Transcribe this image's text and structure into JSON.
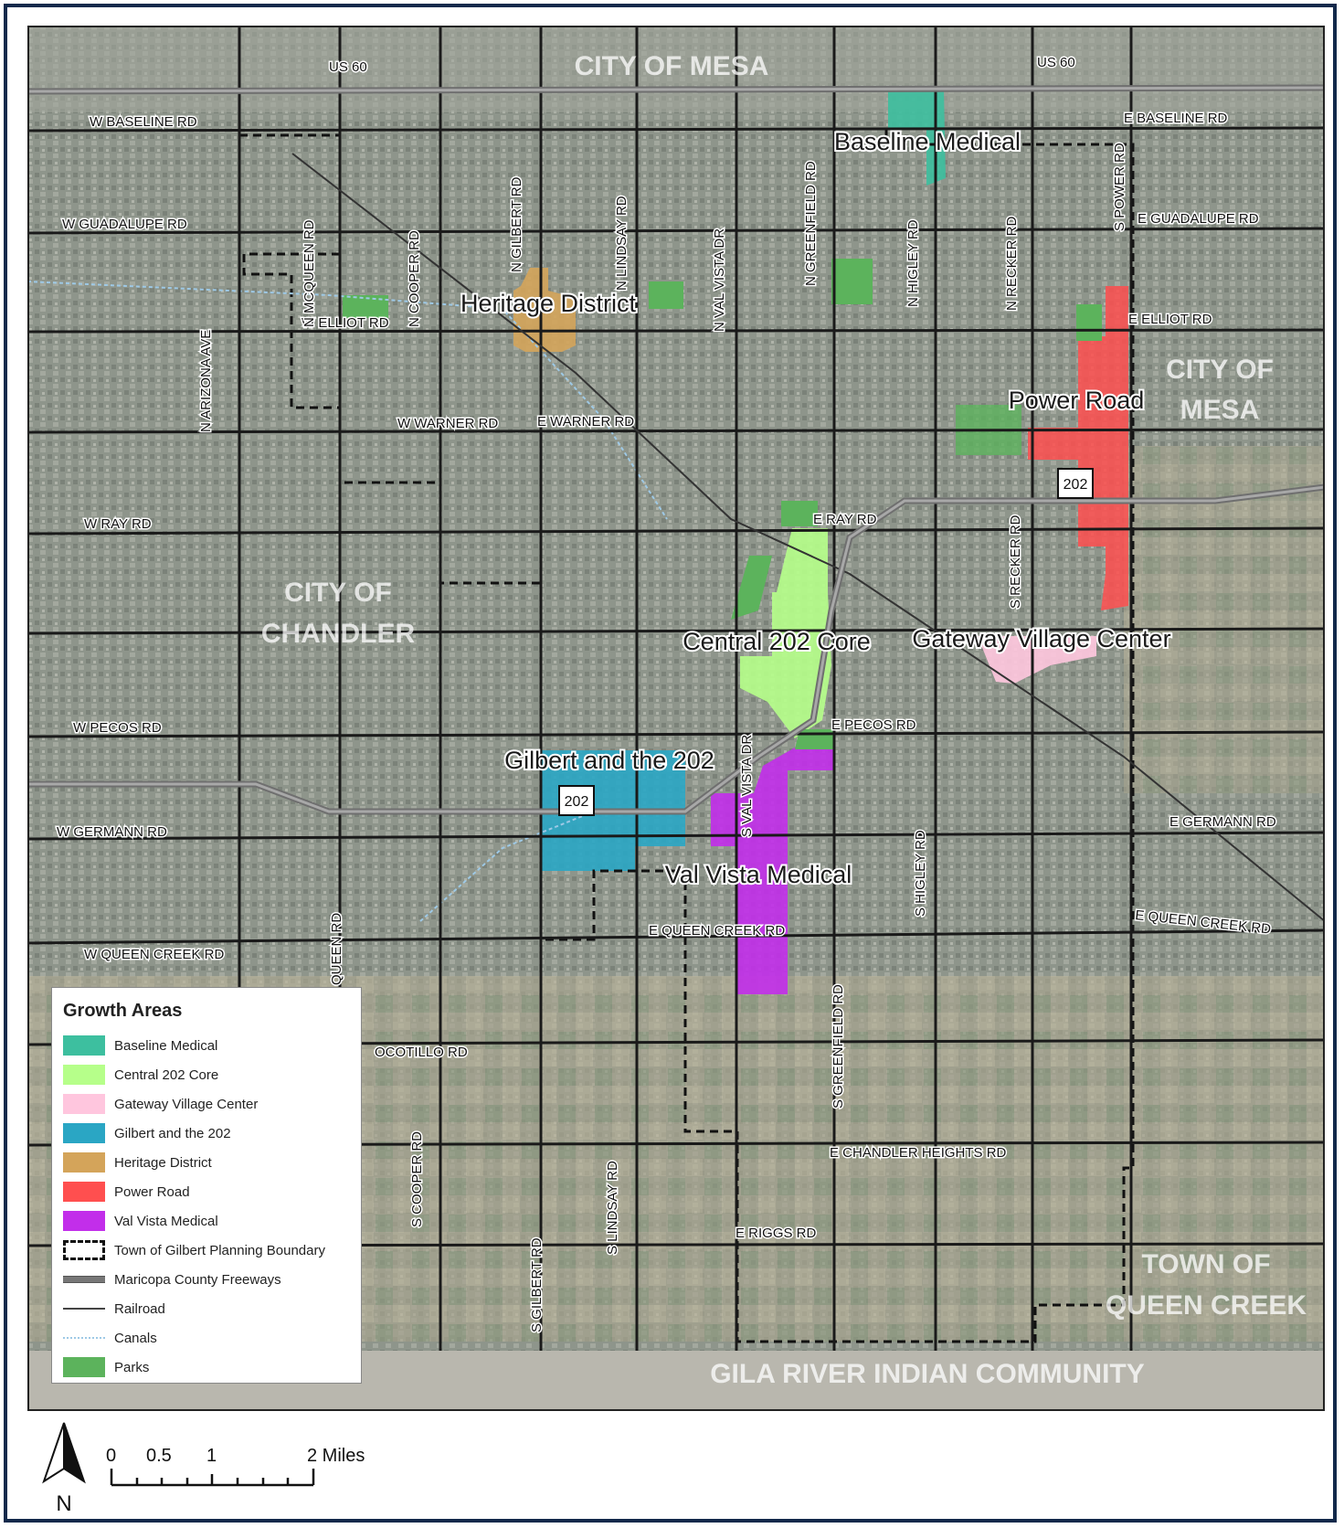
{
  "colors": {
    "baseline_medical": "#3dbf9f",
    "central_202_core": "#b6ff8a",
    "gateway_village_center": "#ffc6de",
    "gilbert_and_the_202": "#2aa6c4",
    "heritage_district": "#d4a45a",
    "power_road": "#ff4f4f",
    "val_vista_medical": "#c22eea",
    "parks": "#5cb35c",
    "freeway": "#8a8a8a",
    "road": "#1a1a1a",
    "imagery": "#8f958a"
  },
  "labels": {
    "city_of_mesa_top": "CITY OF MESA",
    "city_of_mesa_right_1": "CITY OF",
    "city_of_mesa_right_2": "MESA",
    "city_of_chandler_1": "CITY OF",
    "city_of_chandler_2": "CHANDLER",
    "town_of_queen_creek_1": "TOWN OF",
    "town_of_queen_creek_2": "QUEEN CREEK",
    "gila_river": "GILA RIVER INDIAN COMMUNITY"
  },
  "area_labels": {
    "baseline_medical": "Baseline Medical",
    "heritage_district": "Heritage District",
    "power_road": "Power Road",
    "central_202_core": "Central 202 Core",
    "gateway_village_center": "Gateway Village Center",
    "gilbert_and_the_202": "Gilbert and the 202",
    "val_vista_medical": "Val Vista Medical"
  },
  "road_labels": {
    "us60_left": "US 60",
    "us60_right": "US 60",
    "w_baseline": "W BASELINE RD",
    "e_baseline": "E BASELINE RD",
    "w_guadalupe": "W GUADALUPE RD",
    "e_guadalupe": "E GUADALUPE RD",
    "w_elliot": "W ELLIOT RD",
    "e_elliot": "E ELLIOT RD",
    "w_warner": "W WARNER RD",
    "e_warner": "E WARNER RD",
    "w_ray": "W RAY RD",
    "e_ray": "E RAY RD",
    "w_pecos": "W PECOS RD",
    "e_pecos": "E PECOS RD",
    "w_germann": "W GERMANN RD",
    "e_germann": "E GERMANN RD",
    "w_queen_creek": "W QUEEN CREEK RD",
    "e_queen_creek": "E QUEEN CREEK RD",
    "e_queen_creek_right": "E QUEEN CREEK RD",
    "ocotillo": "OCOTILLO RD",
    "e_chandler_heights": "E CHANDLER HEIGHTS RD",
    "e_riggs": "E RIGGS RD",
    "n_arizona": "N ARIZONA AVE",
    "n_mcqueen": "N MCQUEEN RD",
    "n_cooper": "N COOPER RD",
    "n_gilbert": "N GILBERT RD",
    "n_lindsay": "N LINDSAY RD",
    "n_val_vista": "N VAL VISTA DR",
    "n_greenfield": "N GREENFIELD RD",
    "n_higley": "N HIGLEY RD",
    "n_recker": "N RECKER RD",
    "s_power": "S POWER RD",
    "s_recker": "S RECKER RD",
    "s_val_vista": "S VAL VISTA DR",
    "s_higley": "S HIGLEY RD",
    "s_greenfield": "S GREENFIELD RD",
    "s_cooper": "S COOPER RD",
    "s_lindsay": "S LINDSAY RD",
    "s_gilbert": "S GILBERT RD",
    "mcqueen_partial": "QUEEN RD",
    "sr202_east": "202",
    "sr202_west": "202"
  },
  "legend": {
    "title": "Growth Areas",
    "items": [
      {
        "label": "Baseline Medical",
        "kind": "fill",
        "color": "#3dbf9f"
      },
      {
        "label": "Central 202 Core",
        "kind": "fill",
        "color": "#b6ff8a"
      },
      {
        "label": "Gateway Village Center",
        "kind": "fill",
        "color": "#ffc6de"
      },
      {
        "label": "Gilbert and the 202",
        "kind": "fill",
        "color": "#2aa6c4"
      },
      {
        "label": "Heritage District",
        "kind": "fill",
        "color": "#d4a45a"
      },
      {
        "label": "Power Road",
        "kind": "fill",
        "color": "#ff4f4f"
      },
      {
        "label": "Val Vista Medical",
        "kind": "fill",
        "color": "#c22eea"
      },
      {
        "label": "Town of Gilbert Planning Boundary",
        "kind": "boundary",
        "color": ""
      },
      {
        "label": "Maricopa County Freeways",
        "kind": "freeway",
        "color": ""
      },
      {
        "label": "Railroad",
        "kind": "railroad",
        "color": ""
      },
      {
        "label": "Canals",
        "kind": "canal",
        "color": ""
      },
      {
        "label": "Parks",
        "kind": "fill",
        "color": "#5cb35c"
      }
    ]
  },
  "scale_bar": {
    "ticks": [
      "0",
      "0.5",
      "1",
      "2 Miles"
    ],
    "north": "N"
  }
}
